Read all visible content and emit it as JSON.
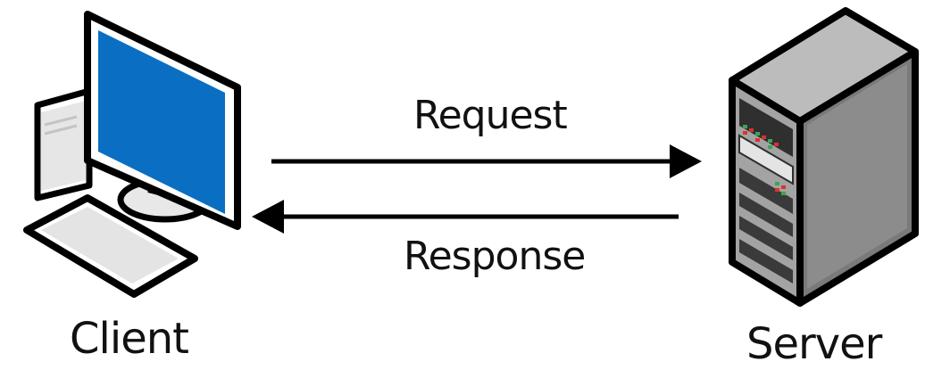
{
  "labels": {
    "request": "Request",
    "response": "Response",
    "client": "Client",
    "server": "Server"
  },
  "icons": {
    "client": "desktop-computer-icon",
    "server": "server-tower-icon"
  },
  "colors": {
    "screen": "#0a6fc2",
    "outline": "#000000",
    "case_light": "#e8e8e8",
    "server_front": "#9a9a9a",
    "server_side": "#6f6f6f",
    "led_red": "#d9342b",
    "led_green": "#3aa655"
  }
}
